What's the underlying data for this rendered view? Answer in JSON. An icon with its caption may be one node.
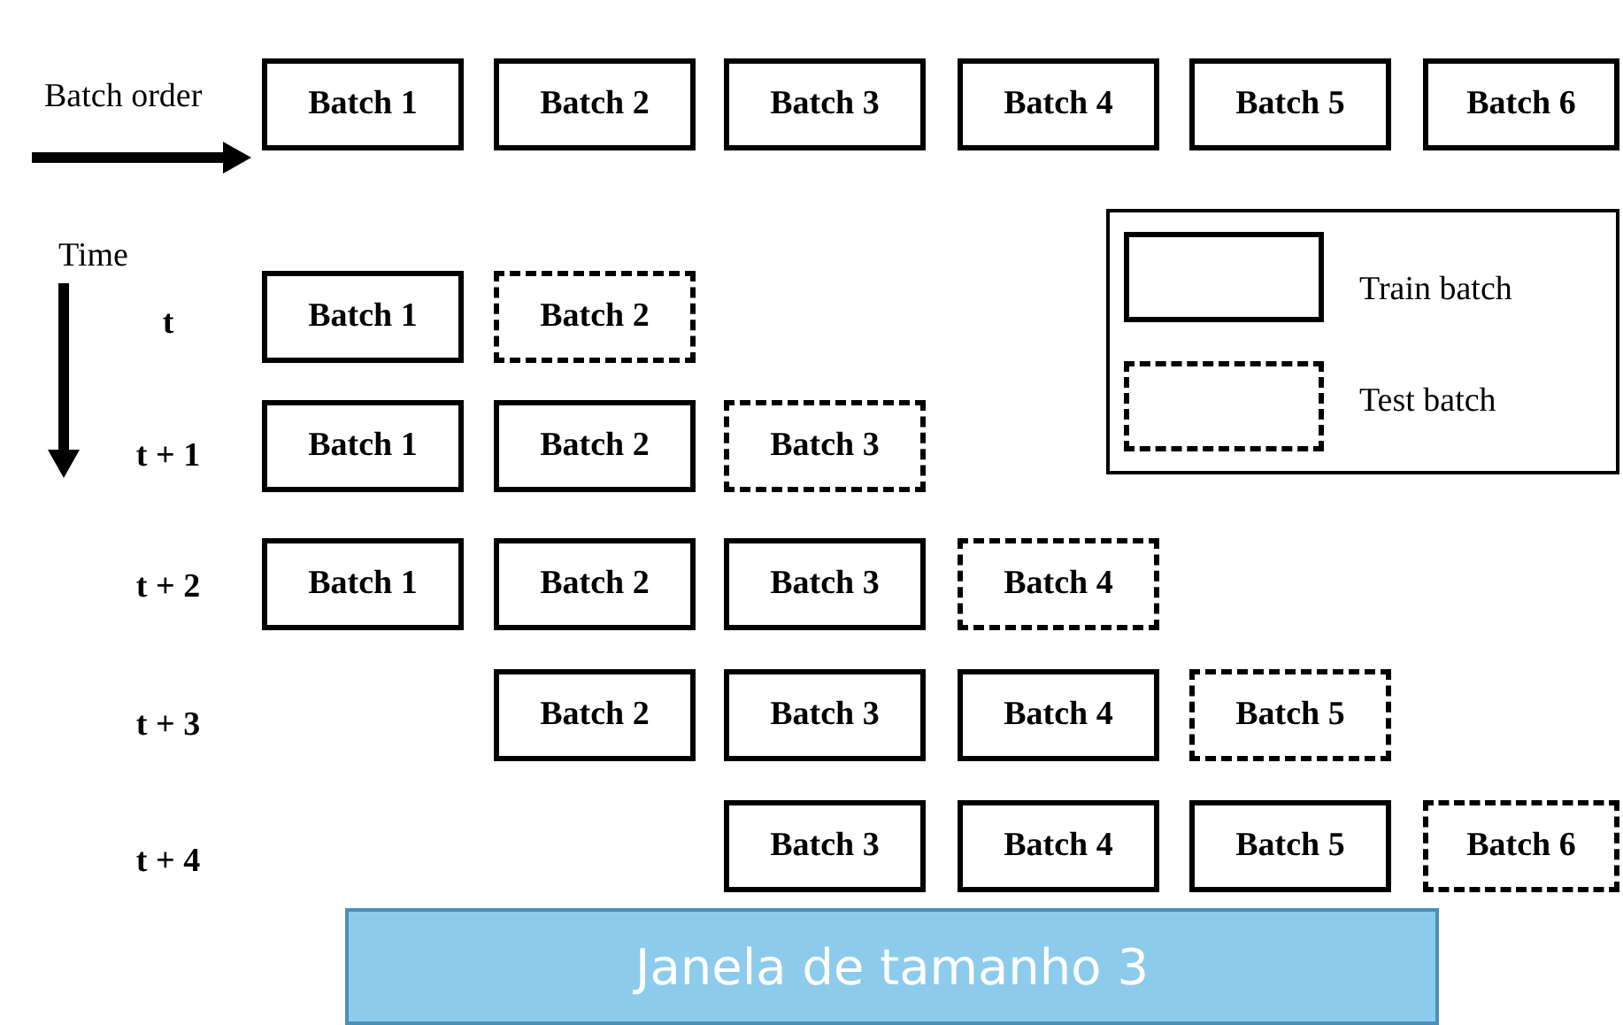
{
  "diagram": {
    "nodes": [
      {
        "text": [
          "Batch 1"
        ]
      },
      {
        "text": [
          "Batch 2"
        ]
      },
      {
        "text": [
          "Batch 3"
        ]
      },
      {
        "text": [
          "Batch 4"
        ]
      },
      {
        "text": [
          "Batch 5"
        ]
      },
      {
        "text": [
          "Batch 6"
        ]
      },
      {
        "text": [
          "Batch 1"
        ]
      },
      {
        "text": [
          "Batch 2"
        ]
      },
      {
        "text": [
          "Batch 1"
        ]
      },
      {
        "text": [
          "Batch 2"
        ]
      },
      {
        "text": [
          "Batch 3"
        ]
      },
      {
        "text": [
          "Batch 1"
        ]
      },
      {
        "text": [
          "Batch 2"
        ]
      },
      {
        "text": [
          "Batch 3"
        ]
      },
      {
        "text": [
          "Batch 4"
        ]
      },
      {
        "text": [
          "Batch 2"
        ]
      },
      {
        "text": [
          "Batch 3"
        ]
      },
      {
        "text": [
          "Batch 4"
        ]
      },
      {
        "text": [
          "Batch 5"
        ]
      },
      {
        "text": [
          "Batch 3"
        ]
      },
      {
        "text": [
          "Batch 4"
        ]
      },
      {
        "text": [
          "Batch 5"
        ]
      },
      {
        "text": [
          "Batch 6"
        ]
      },
      {
        "text": [
          "Janela de tamanho 3"
        ]
      }
    ],
    "labels": [
      "Batch order",
      "Time",
      "t",
      "t + 1",
      "t + 2",
      "t + 3",
      "t + 4"
    ],
    "legend": [
      {
        "text": "Train batch"
      },
      {
        "text": "Test batch"
      }
    ]
  }
}
